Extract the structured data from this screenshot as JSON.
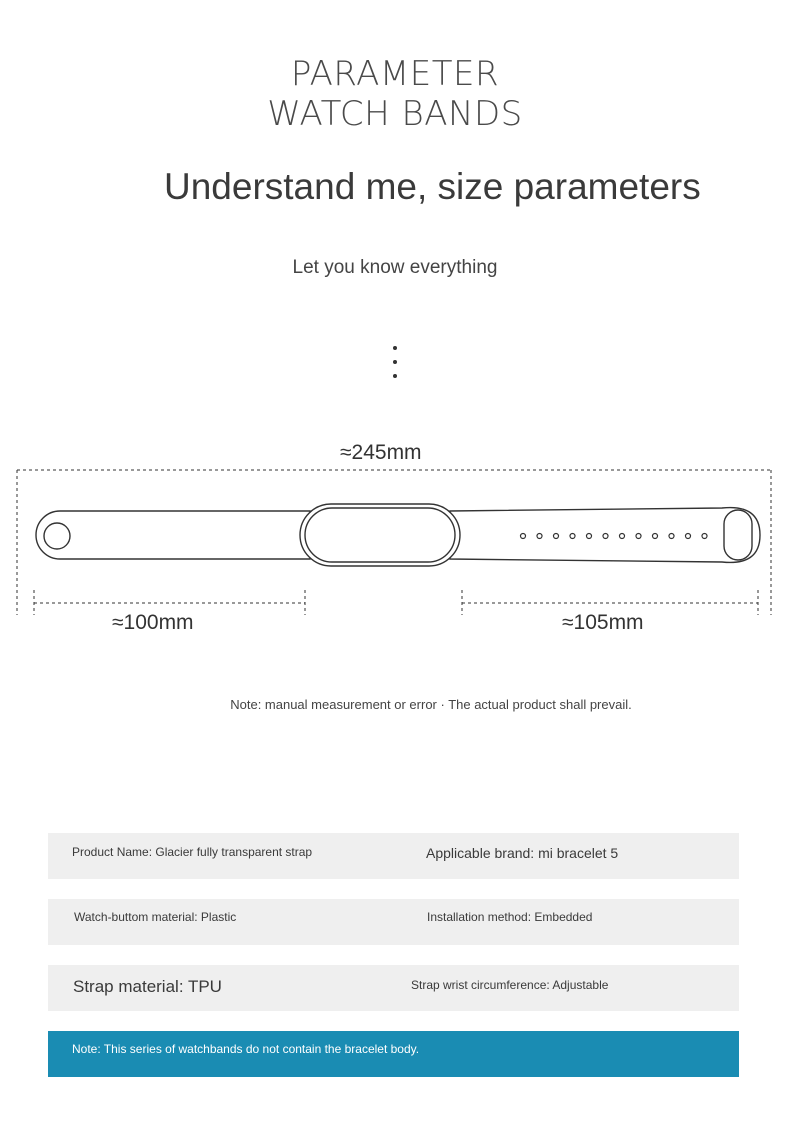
{
  "header": {
    "title_line1": "PARAMETER",
    "title_line2": "WATCH BANDS",
    "headline": "Understand me, size parameters",
    "subtitle": "Let you know everything"
  },
  "diagram": {
    "total_length": "≈245mm",
    "left_length": "≈100mm",
    "right_length": "≈105mm",
    "strap_hole_count": 12
  },
  "measurement_note": "Note: manual measurement or error · The actual product shall prevail.",
  "specs": [
    {
      "left": "Product Name: Glacier fully transparent strap",
      "right": "Applicable brand: mi bracelet 5"
    },
    {
      "left": "Watch-buttom material: Plastic",
      "right": "Installation method: Embedded"
    },
    {
      "left": "Strap material: TPU",
      "right": "Strap wrist circumference: Adjustable"
    }
  ],
  "banner_note": "Note: This series of watchbands do not contain the bracelet body.",
  "colors": {
    "banner": "#1a8cb3",
    "row_bg": "#efefef",
    "text": "#3a3a3a"
  }
}
